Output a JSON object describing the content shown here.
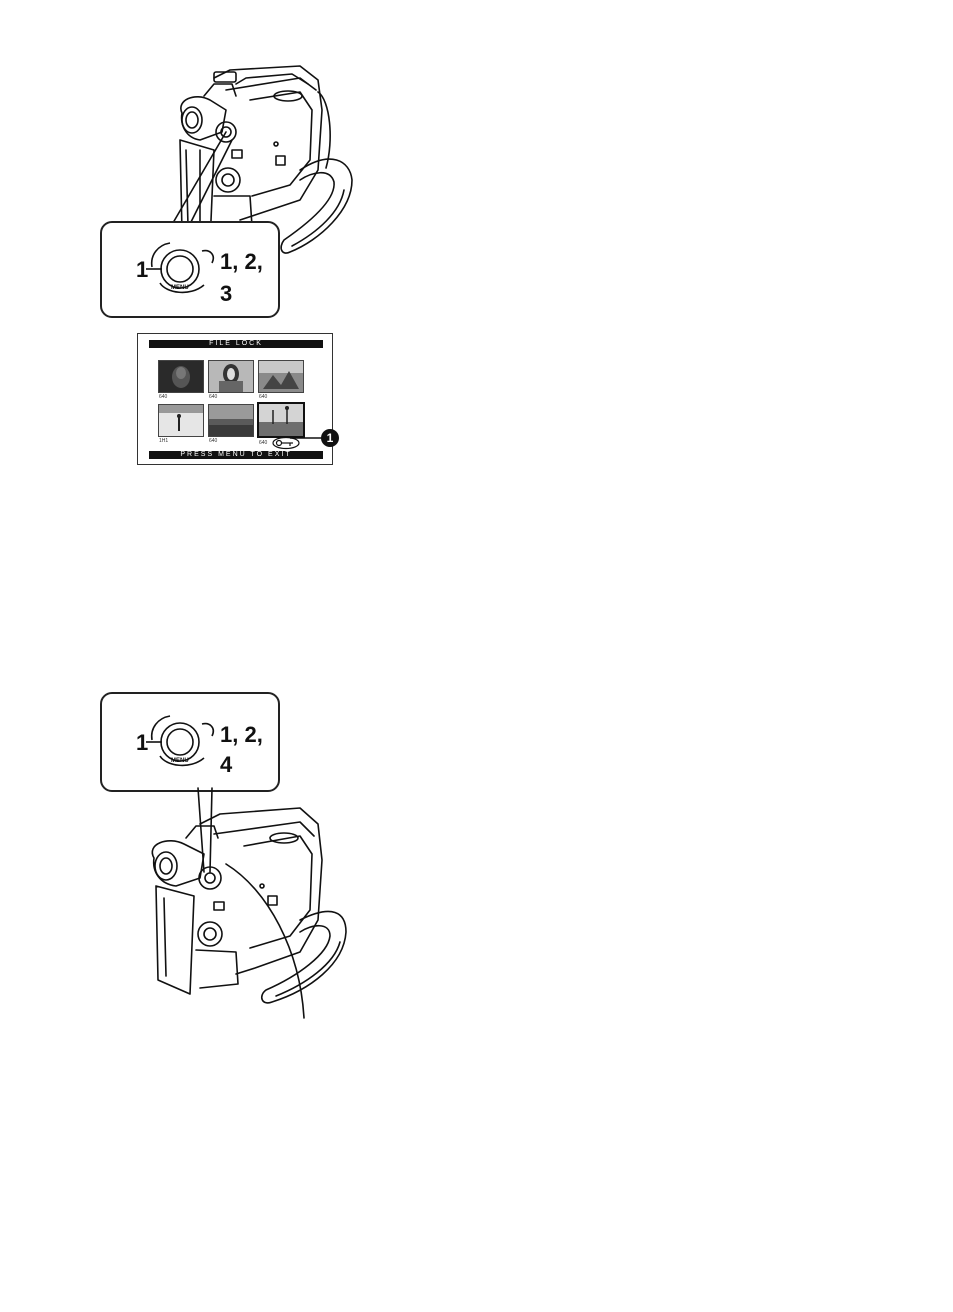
{
  "figure_top": {
    "callout": {
      "pointer_label": "1",
      "step_label_line1": "1, 2,",
      "step_label_line2": "3",
      "dial_text": "MENU"
    }
  },
  "screen": {
    "title": "FILE LOCK",
    "footer": "PRESS MENU TO EXIT",
    "thumbnails": [
      {
        "caption": "640"
      },
      {
        "caption": "640"
      },
      {
        "caption": "640"
      },
      {
        "caption": "1H1"
      },
      {
        "caption": "640"
      },
      {
        "caption": "640"
      }
    ],
    "callout_marker": "1"
  },
  "figure_bottom": {
    "callout": {
      "pointer_label": "1",
      "step_label_line1": "1, 2,",
      "step_label_line2": "4",
      "dial_text": "MENU"
    }
  }
}
